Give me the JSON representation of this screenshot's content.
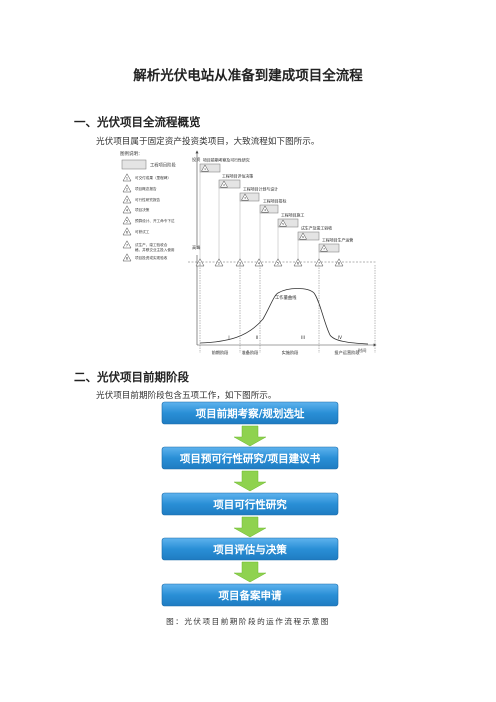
{
  "document": {
    "title": "解析光伏电站从准备到建成项目全流程",
    "section1": {
      "heading": "一、光伏项目全流程概览",
      "paragraph": "光伏项目属于固定资产投资类项目，大致流程如下图所示。"
    },
    "section2": {
      "heading": "二、光伏项目前期阶段",
      "paragraph": "光伏项目前期阶段包含五项工作，如下图所示。"
    },
    "caption": "图：光伏项目前期阶段的运作流程示意图"
  },
  "lifecycle_diagram": {
    "legend_title": "图例说明：",
    "legend_box_label": "工程项目阶段",
    "legend_items": [
      {
        "num": "1",
        "label": "可交付成果（里程碑）"
      },
      {
        "num": "2",
        "label": "项目概念报告"
      },
      {
        "num": "3",
        "label": "可行性研究报告"
      },
      {
        "num": "4",
        "label": "项目决策"
      },
      {
        "num": "5",
        "label": "预算设计、开工命令下达"
      },
      {
        "num": "6",
        "label": "可获试工"
      },
      {
        "num": "7",
        "label": "试生产、竣工验收合格，并移交业主投入使用"
      },
      {
        "num": "8",
        "label": "项目投资或实现验收"
      }
    ],
    "y_axis_top": "投资",
    "y_axis_bottom": "高峰",
    "stages": [
      {
        "num": "1",
        "label": "项目前期考察及可行性研究"
      },
      {
        "num": "2",
        "label": "工程项目评估决策"
      },
      {
        "num": "3",
        "label": "工程项目计划与设计"
      },
      {
        "num": "4",
        "label": "工程项目招标"
      },
      {
        "num": "5",
        "label": "工程项目施工"
      },
      {
        "num": "6",
        "label": "试生产及竣工验收"
      },
      {
        "num": "7",
        "label": "工程项目生产运营"
      }
    ],
    "curve_label": "工作量曲线",
    "phase_numerals": [
      "I",
      "II",
      "III",
      "IV"
    ],
    "phases": [
      "前期阶段",
      "准备阶段",
      "实施阶段",
      "投产运营阶段"
    ],
    "time_label": "时间"
  },
  "flowchart": {
    "steps": [
      "项目前期考察/规划选址",
      "项目预可行性研究/项目建议书",
      "项目可行性研究",
      "项目评估与决策",
      "项目备案申请"
    ]
  },
  "colors": {
    "flow_box": "#2a8fd6",
    "flow_arrow": "#8fd24f",
    "stage_box_fill": "#e4e4e4"
  }
}
